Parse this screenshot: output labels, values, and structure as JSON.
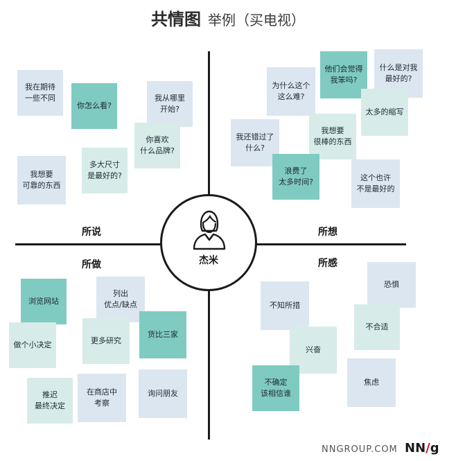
{
  "title": {
    "main": "共情图",
    "sub": "举例（买电视）"
  },
  "persona": {
    "name": "杰米"
  },
  "quadrants": {
    "says": {
      "label": "所说",
      "notes": [
        "我在期待\n一些不同",
        "你怎么看?",
        "我从哪里\n开始?",
        "你喜欢\n什么品牌?",
        "多大尺寸\n是最好的?",
        "我想要\n可靠的东西"
      ]
    },
    "thinks": {
      "label": "所想",
      "notes": [
        "他们会觉得\n我笨吗?",
        "什么是对我\n最好的?",
        "为什么这个\n这么难?",
        "太多的缩写",
        "我想要\n很棒的东西",
        "我还错过了\n什么?",
        "浪费了\n太多时间?",
        "这个也许\n不是最好的"
      ]
    },
    "does": {
      "label": "所做",
      "notes": [
        "浏览网站",
        "列出\n优点/缺点",
        "货比三家",
        "做个小决定",
        "更多研究",
        "推迟\n最终决定",
        "在商店中\n考察",
        "询问朋友"
      ]
    },
    "feels": {
      "label": "所感",
      "notes": [
        "恐惧",
        "不知所措",
        "不合适",
        "兴奋",
        "不确定\n该相信谁",
        "焦虑"
      ]
    }
  },
  "footer": {
    "site": "NNGROUP.COM",
    "logo_n1": "N",
    "logo_n2": "N",
    "logo_slash": "/",
    "logo_g": "g"
  },
  "colors": {
    "note_blue": "#dce6f0",
    "note_mint": "#d7ece8",
    "note_teal": "#7fcbc1"
  },
  "icons": {
    "persona": "person-icon"
  }
}
